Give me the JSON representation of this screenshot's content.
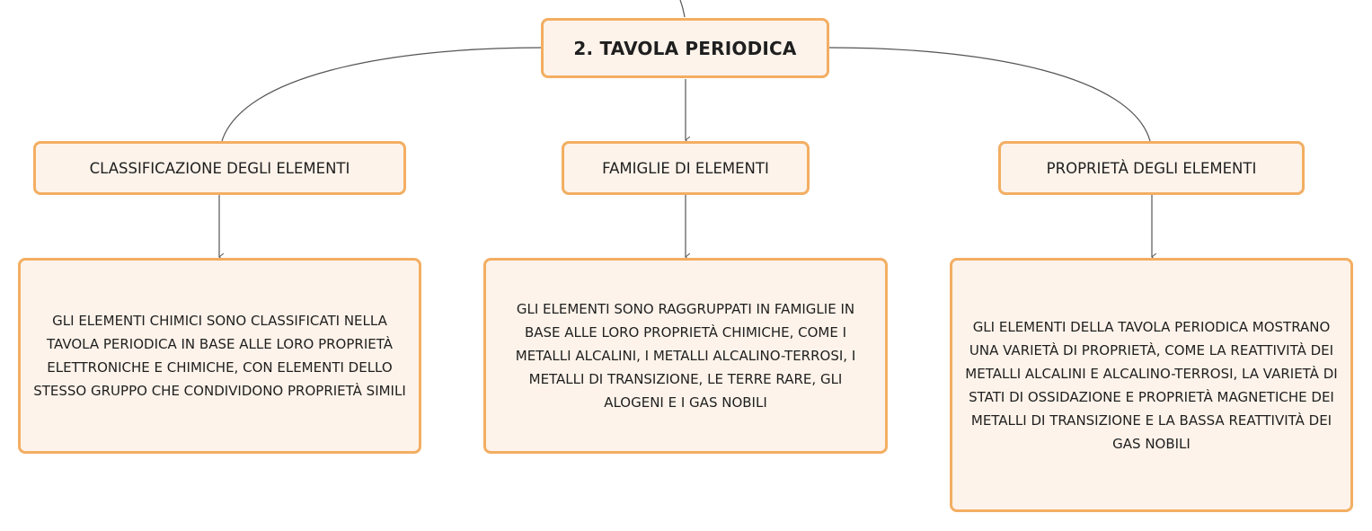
{
  "root": {
    "label": "2. TAVOLA PERIODICA"
  },
  "topics": [
    {
      "label": "CLASSIFICAZIONE DEGLI ELEMENTI",
      "description": "GLI ELEMENTI CHIMICI SONO CLASSIFICATI NELLA TAVOLA PERIODICA IN BASE ALLE LORO PROPRIETÀ ELETTRONICHE E CHIMICHE, CON ELEMENTI DELLO STESSO GRUPPO CHE CONDIVIDONO PROPRIETÀ SIMILI"
    },
    {
      "label": "FAMIGLIE DI ELEMENTI",
      "description": "GLI ELEMENTI SONO RAGGRUPPATI IN FAMIGLIE IN BASE ALLE LORO PROPRIETÀ CHIMICHE, COME I METALLI ALCALINI, I METALLI ALCALINO-TERROSI, I METALLI DI TRANSIZIONE, LE TERRE RARE, GLI ALOGENI E I GAS NOBILI"
    },
    {
      "label": "PROPRIETÀ DEGLI ELEMENTI",
      "description": "GLI ELEMENTI DELLA TAVOLA PERIODICA MOSTRANO UNA VARIETÀ DI PROPRIETÀ, COME LA REATTIVITÀ DEI METALLI ALCALINI E ALCALINO-TERROSI, LA VARIETÀ DI STATI DI OSSIDAZIONE E PROPRIETÀ MAGNETICHE DEI METALLI DI TRANSIZIONE E LA BASSA REATTIVITÀ DEI GAS NOBILI"
    }
  ],
  "colors": {
    "node_fill": "#fdf3ea",
    "node_border": "#f3ae62",
    "connector": "#555555"
  }
}
